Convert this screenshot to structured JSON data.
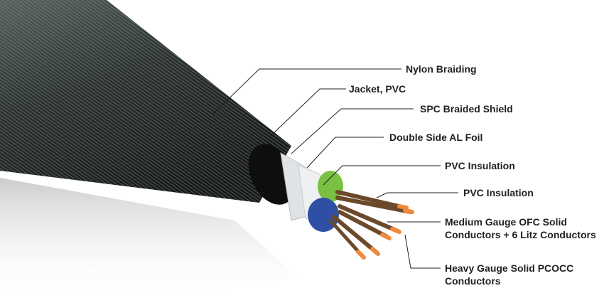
{
  "labels": {
    "nylon_braiding": "Nylon Braiding",
    "jacket": "Jacket, PVC",
    "spc_shield": "SPC Braided Shield",
    "al_foil": "Double Side AL Foil",
    "pvc_insulation_1": "PVC Insulation",
    "pvc_insulation_2": "PVC Insulation",
    "medium_gauge_line1": "Medium Gauge OFC Solid",
    "medium_gauge_line2": "Conductors + 6 Litz Conductors",
    "heavy_gauge_line1": "Heavy Gauge Solid PCOCC",
    "heavy_gauge_line2": "Conductors"
  },
  "colors": {
    "braid": "#3a403e",
    "jacket": "#111111",
    "shield": "#dfe3e6",
    "green": "#7ac143",
    "blue": "#2e4fa3",
    "wire": "#6b4a2b",
    "copper": "#f08a3c",
    "leader": "#231f20"
  }
}
